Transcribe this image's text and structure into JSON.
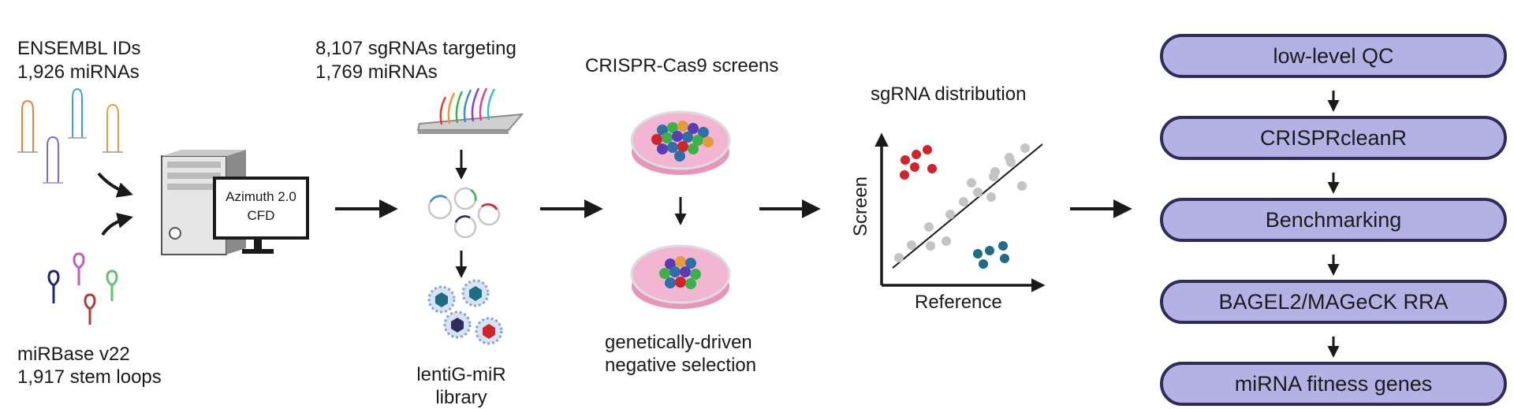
{
  "inputs": {
    "ensembl_title": "ENSEMBL IDs",
    "ensembl_count": "1,926 miRNAs",
    "mirbase_title": "miRBase v22",
    "mirbase_count": "1,917 stem loops"
  },
  "computer": {
    "screen_line1": "Azimuth 2.0",
    "screen_line2": "CFD"
  },
  "library": {
    "sgrna_line1": "8,107 sgRNAs targeting",
    "sgrna_line2": "1,769 miRNAs",
    "label_line1": "lentiG-miR",
    "label_line2": "library"
  },
  "screens": {
    "title": "CRISPR-Cas9 screens",
    "caption_line1": "genetically-driven",
    "caption_line2": "negative selection"
  },
  "distribution": {
    "title": "sgRNA distribution",
    "ylabel": "Screen",
    "xlabel": "Reference"
  },
  "pipeline": {
    "steps": [
      "low-level QC",
      "CRISPRcleanR",
      "Benchmarking",
      "BAGEL2/MAGeCK RRA",
      "miRNA fitness genes"
    ]
  },
  "colors": {
    "pill_fill": "#b4b1e4",
    "pill_border": "#2f2b5a",
    "dish_pink": "#f3b6d2",
    "red_points": "#d0242b",
    "teal_points": "#1f6c86",
    "grey_points": "#c4c4c4"
  }
}
